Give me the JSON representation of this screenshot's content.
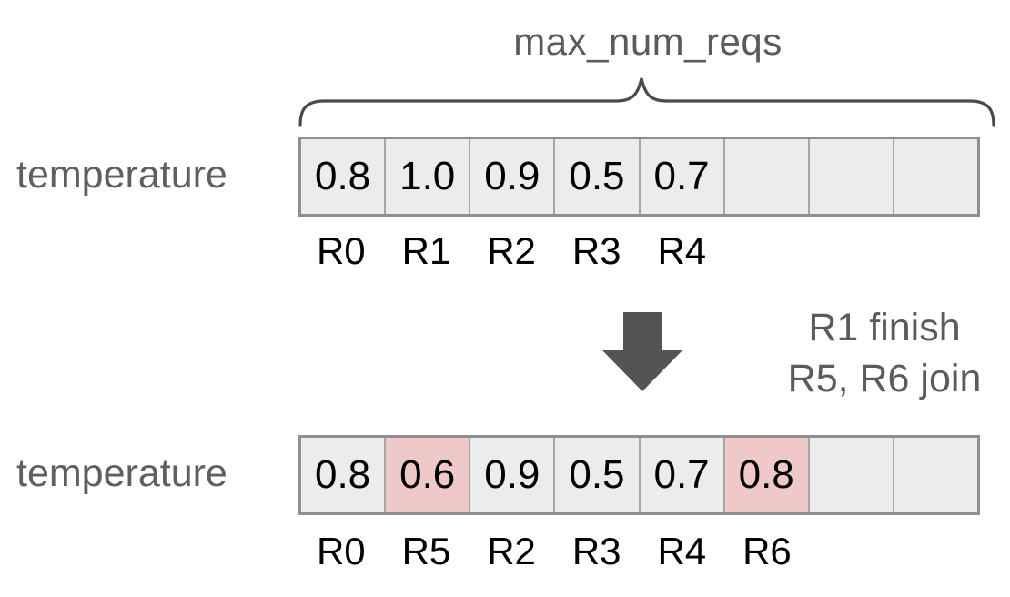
{
  "brace": {
    "label": "max_num_reqs"
  },
  "colors": {
    "cell_fill": "#ececec",
    "cell_highlight": "#eec9c7",
    "cell_border": "#a6a6a6",
    "array_outline": "#8f8f8f",
    "gray_text": "#5b5b5b",
    "arrow": "#545454",
    "value_text": "#000000"
  },
  "before": {
    "label": "temperature",
    "cells": [
      "0.8",
      "1.0",
      "0.9",
      "0.5",
      "0.7",
      "",
      "",
      ""
    ],
    "request_labels": [
      "R0",
      "R1",
      "R2",
      "R3",
      "R4"
    ]
  },
  "transition": {
    "arrow_icon": "down-block-arrow",
    "line1": "R1 finish",
    "line2": "R5, R6 join"
  },
  "after": {
    "label": "temperature",
    "cells": [
      "0.8",
      "0.6",
      "0.9",
      "0.5",
      "0.7",
      "0.8",
      "",
      ""
    ],
    "highlighted_indices": [
      1,
      5
    ],
    "request_labels": [
      "R0",
      "R5",
      "R2",
      "R3",
      "R4",
      "R6"
    ]
  }
}
